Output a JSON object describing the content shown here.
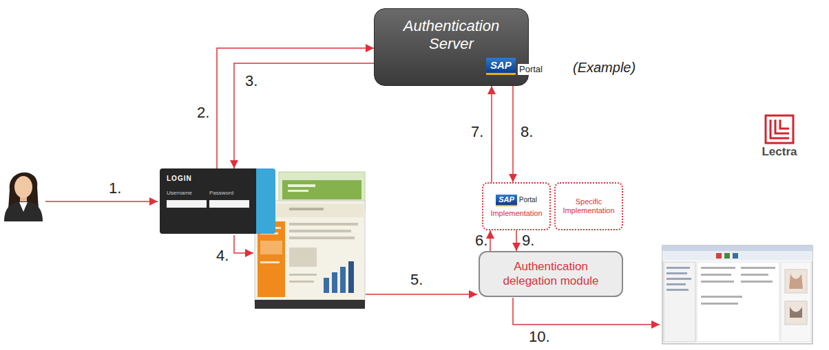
{
  "diagram": {
    "nodes": [
      {
        "text": [
          "Authentication Server"
        ]
      },
      {
        "text": [
          "Lectra"
        ]
      },
      {
        "text": [
          "SAP",
          "Portal",
          "Implementation"
        ],
        "in": 1
      },
      {
        "text": [
          "Specific Implementation"
        ],
        "in": 1
      },
      {
        "text": [
          "Authentication delegation module"
        ],
        "in": 1
      },
      {
        "text": [
          "LOGIN",
          "Username",
          "Password"
        ]
      }
    ],
    "edges": [
      {
        "from": 5,
        "to": 0,
        "arrow": "to",
        "label": "2."
      },
      {
        "from": 0,
        "to": 5,
        "arrow": "to",
        "label": "3."
      },
      {
        "from": 4,
        "to": 2,
        "arrow": "to",
        "label": "6."
      },
      {
        "from": 2,
        "to": 0,
        "arrow": "to",
        "label": "7."
      },
      {
        "from": 0,
        "to": 2,
        "arrow": "to",
        "label": "8."
      },
      {
        "from": 2,
        "to": 4,
        "arrow": "to",
        "label": "9."
      }
    ],
    "labels": [
      "SAP",
      "Portal",
      "(Example)",
      "1.",
      "4.",
      "5.",
      "10."
    ]
  }
}
